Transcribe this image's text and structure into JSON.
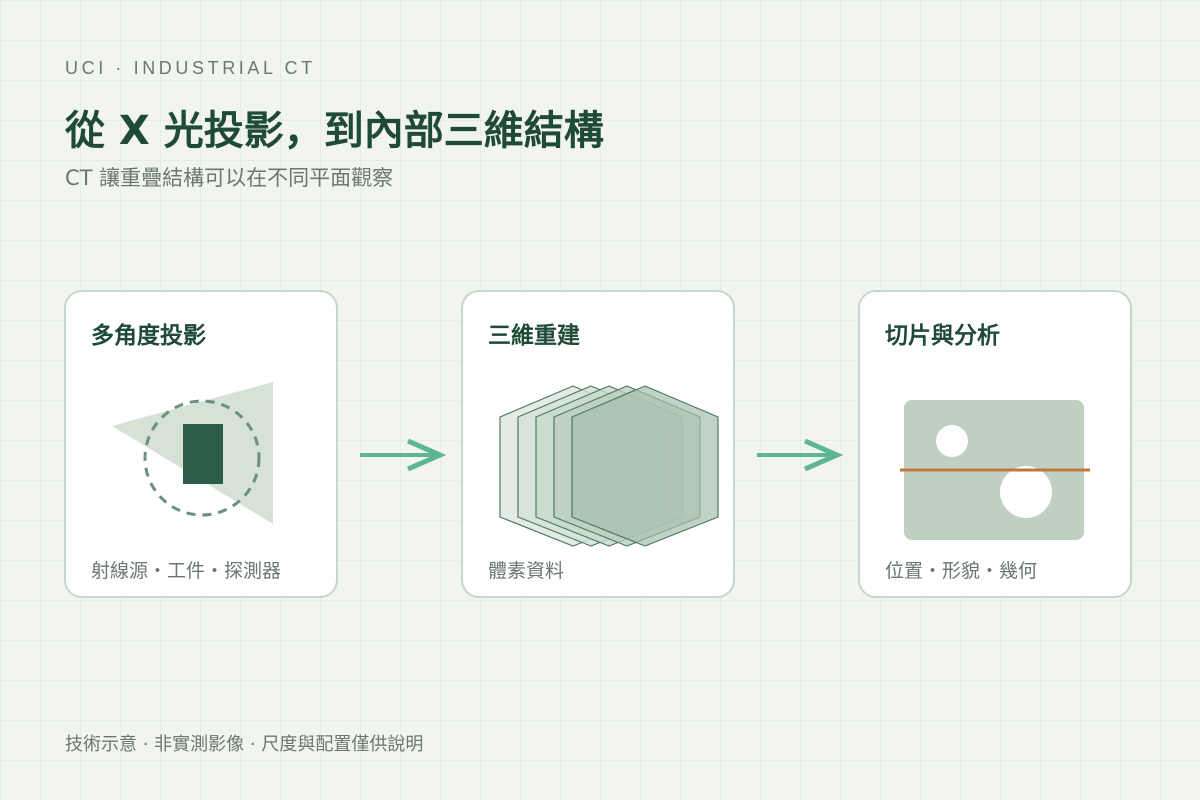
{
  "header": {
    "eyebrow": "UCI · INDUSTRIAL CT",
    "title": "從 X 光投影，到內部三維結構",
    "subtitle": "CT 讓重疊結構可以在不同平面觀察"
  },
  "steps": [
    {
      "title": "多角度投影",
      "caption": "射線源・工件・探測器",
      "icon": "projection-icon"
    },
    {
      "title": "三維重建",
      "caption": "體素資料",
      "icon": "stacked-slices-icon"
    },
    {
      "title": "切片與分析",
      "caption": "位置・形貌・幾何",
      "icon": "slice-section-icon"
    }
  ],
  "footer": "技術示意 · 非實測影像 · 尺度與配置僅供說明",
  "colors": {
    "background": "#f2f4ef",
    "title": "#1f4a38",
    "muted_text": "#6b7770",
    "card_border": "#c7d6cc",
    "arrow": "#5db596",
    "beam": "#d5e2d5",
    "workpiece": "#2e5e4a",
    "slice_fill": "#bfd0c2",
    "slice_line": "#c0783a"
  }
}
